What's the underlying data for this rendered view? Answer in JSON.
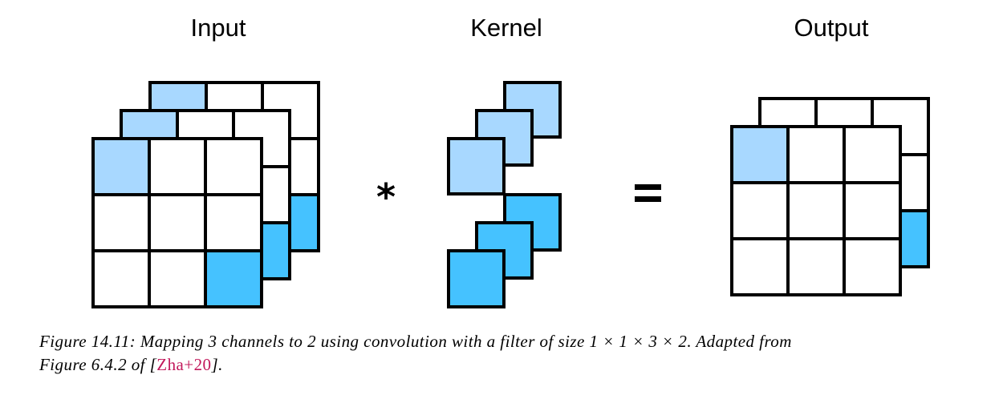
{
  "labels": {
    "input": "Input",
    "kernel": "Kernel",
    "output": "Output"
  },
  "operators": {
    "convolve": "*",
    "equals": "="
  },
  "caption": {
    "line1": "Figure 14.11: Mapping 3 channels to 2 using convolution with a filter of size 1 × 1 × 3 × 2. Adapted from",
    "line2_before": "Figure 6.4.2 of [",
    "citation": "Zha+20",
    "line2_after": "]."
  },
  "colors": {
    "light_blue": "#a8d8ff",
    "blue": "#45c2ff",
    "stroke": "#000000",
    "citation": "#c2185b"
  }
}
